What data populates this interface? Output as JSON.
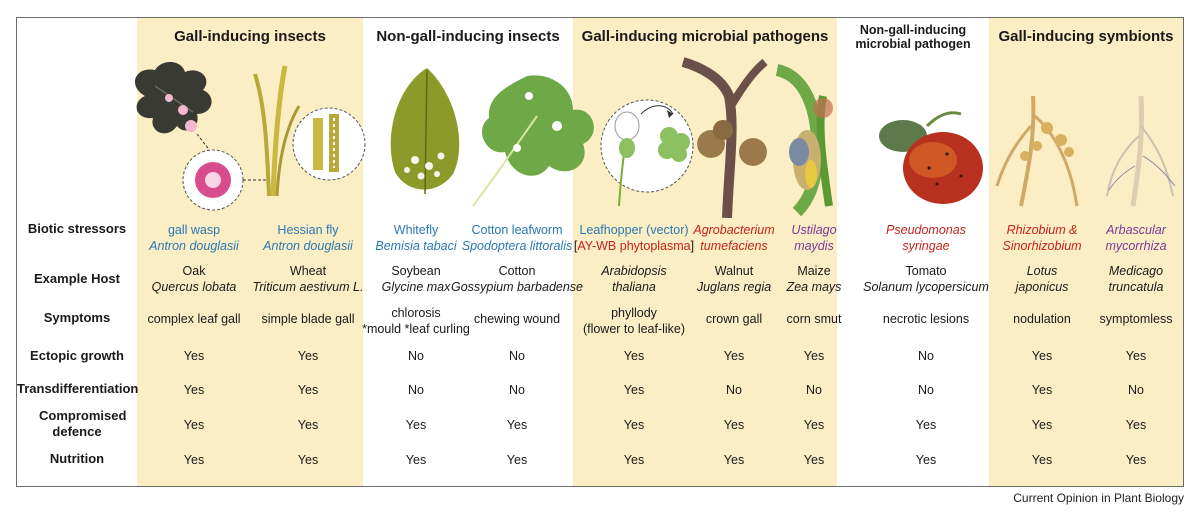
{
  "groups": [
    {
      "label": "Gall-inducing insects"
    },
    {
      "label": "Non-gall-inducing insects"
    },
    {
      "label": "Gall-inducing microbial pathogens"
    },
    {
      "label": "Non-gall-inducing microbial pathogen"
    },
    {
      "label": "Gall-inducing symbionts"
    }
  ],
  "row_labels": {
    "biotic": "Biotic stressors",
    "host": "Example Host",
    "symptoms": "Symptoms",
    "ectopic": "Ectopic growth",
    "transdiff": "Transdifferentiation",
    "defence": "Compromised defence",
    "nutrition": "Nutrition"
  },
  "columns": [
    {
      "stressor_1": "gall wasp",
      "stressor_2": "Antron douglasii",
      "host_1": "Oak",
      "host_2": "Quercus lobata",
      "symptoms_1": "complex leaf gall",
      "symptoms_2": "",
      "ectopic": "Yes",
      "transdiff": "Yes",
      "defence": "Yes",
      "nutrition": "Yes"
    },
    {
      "stressor_1": "Hessian fly",
      "stressor_2": "Antron douglasii",
      "host_1": "Wheat",
      "host_2": "Triticum aestivum L.",
      "symptoms_1": "simple blade gall",
      "symptoms_2": "",
      "ectopic": "Yes",
      "transdiff": "Yes",
      "defence": "Yes",
      "nutrition": "Yes"
    },
    {
      "stressor_1": "Whitefly",
      "stressor_2": "Bemisia tabaci",
      "host_1": "Soybean",
      "host_2": "Glycine max",
      "symptoms_1": "chlorosis",
      "symptoms_2": "*mould *leaf curling",
      "ectopic": "No",
      "transdiff": "No",
      "defence": "Yes",
      "nutrition": "Yes"
    },
    {
      "stressor_1": "Cotton leafworm",
      "stressor_2": "Spodoptera littoralis",
      "host_1": "Cotton",
      "host_2": "Gossypium barbadense",
      "symptoms_1": "chewing wound",
      "symptoms_2": "",
      "ectopic": "No",
      "transdiff": "No",
      "defence": "Yes",
      "nutrition": "Yes"
    },
    {
      "stressor_1": "Leafhopper (vector)",
      "stressor_2": "AY-WB phytoplasma",
      "host_1": "Arabidopsis",
      "host_2": "thaliana",
      "symptoms_1": "phyllody",
      "symptoms_2": "(flower to leaf-like)",
      "ectopic": "Yes",
      "transdiff": "Yes",
      "defence": "Yes",
      "nutrition": "Yes"
    },
    {
      "stressor_1": "Agrobacterium",
      "stressor_2": "tumefaciens",
      "host_1": "Walnut",
      "host_2": "Juglans regia",
      "symptoms_1": "crown gall",
      "symptoms_2": "",
      "ectopic": "Yes",
      "transdiff": "No",
      "defence": "Yes",
      "nutrition": "Yes"
    },
    {
      "stressor_1": "Ustilago",
      "stressor_2": "maydis",
      "host_1": "Maize",
      "host_2": "Zea mays",
      "symptoms_1": "corn smut",
      "symptoms_2": "",
      "ectopic": "Yes",
      "transdiff": "No",
      "defence": "Yes",
      "nutrition": "Yes"
    },
    {
      "stressor_1": "Pseudomonas",
      "stressor_2": "syringae",
      "host_1": "Tomato",
      "host_2": "Solanum lycopersicum",
      "symptoms_1": "necrotic lesions",
      "symptoms_2": "",
      "ectopic": "No",
      "transdiff": "No",
      "defence": "Yes",
      "nutrition": "Yes"
    },
    {
      "stressor_1": "Rhizobium &",
      "stressor_2": "Sinorhizobium",
      "host_1": "Lotus",
      "host_2": "japonicus",
      "symptoms_1": "nodulation",
      "symptoms_2": "",
      "ectopic": "Yes",
      "transdiff": "Yes",
      "defence": "Yes",
      "nutrition": "Yes"
    },
    {
      "stressor_1": "Arbascular",
      "stressor_2": "mycorrhiza",
      "host_1": "Medicago",
      "host_2": "truncatula",
      "symptoms_1": "symptomless",
      "symptoms_2": "",
      "ectopic": "Yes",
      "transdiff": "No",
      "defence": "Yes",
      "nutrition": "Yes"
    }
  ],
  "bracket_open": "[",
  "bracket_close": "]",
  "credit": "Current Opinion in Plant Biology",
  "colors": {
    "band": "#fbedc4",
    "insect_blue": "#2a78b4",
    "pathogen_red": "#c8231c",
    "fungus_purple": "#7b3a97"
  },
  "icons": [
    "oak-leaf-gall-icon",
    "wheat-blade-gall-icon",
    "soybean-leaf-icon",
    "cotton-leaf-icon",
    "arabidopsis-flower-icon",
    "walnut-crown-gall-icon",
    "maize-smut-icon",
    "tomato-lesion-icon",
    "lotus-nodule-root-icon",
    "medicago-root-icon"
  ]
}
